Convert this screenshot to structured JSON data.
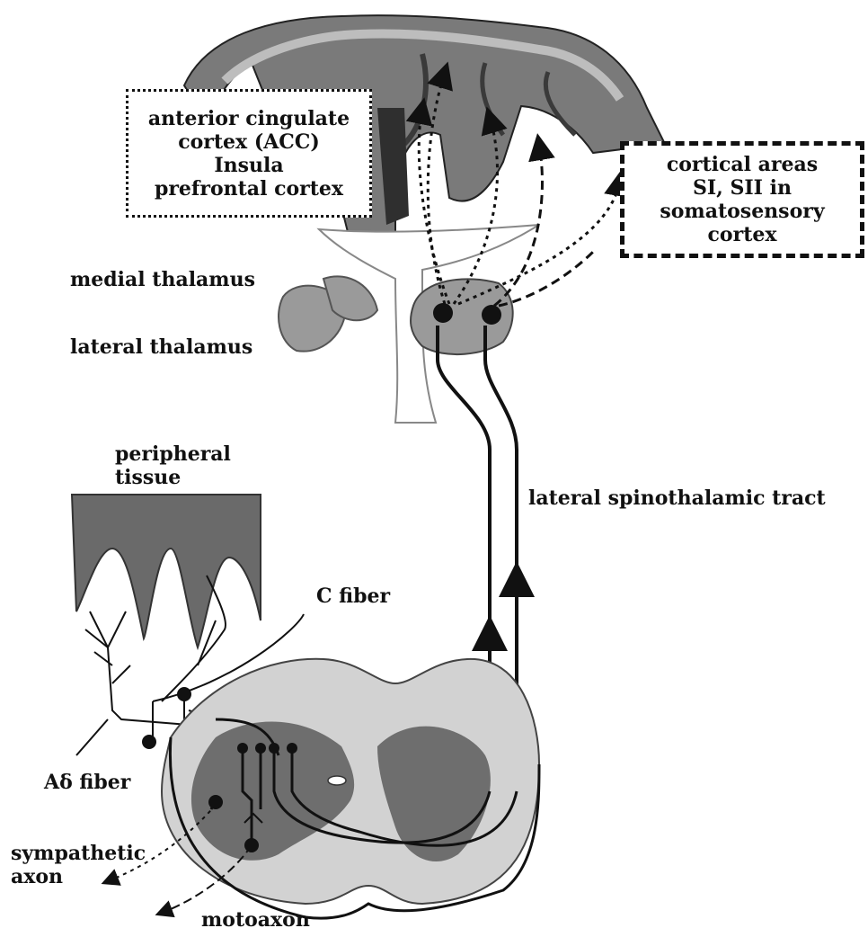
{
  "labels": {
    "acc_box": [
      "anterior cingulate",
      "cortex (ACC)",
      "Insula",
      "prefrontal cortex"
    ],
    "cortical_box": [
      "cortical areas",
      "SI, SII in",
      "somatosensory",
      "cortex"
    ],
    "medial_thalamus": "medial thalamus",
    "lateral_thalamus": "lateral thalamus",
    "peripheral_tissue": [
      "peripheral",
      "tissue"
    ],
    "lateral_spinothalamic_tract": "lateral spinothalamic tract",
    "c_fiber": "C fiber",
    "a_delta_fiber": "Aδ  fiber",
    "sympathetic_axon": [
      "sympathetic",
      "axon"
    ],
    "motoaxon": "motoaxon"
  },
  "colors": {
    "cortex_dark": "#5a5a5a",
    "cortex_mid": "#8a8a8a",
    "thalamus": "#9a9a9a",
    "spinal_gray": "#d2d2d2",
    "spinal_dark": "#6e6e6e",
    "line": "#111111"
  }
}
